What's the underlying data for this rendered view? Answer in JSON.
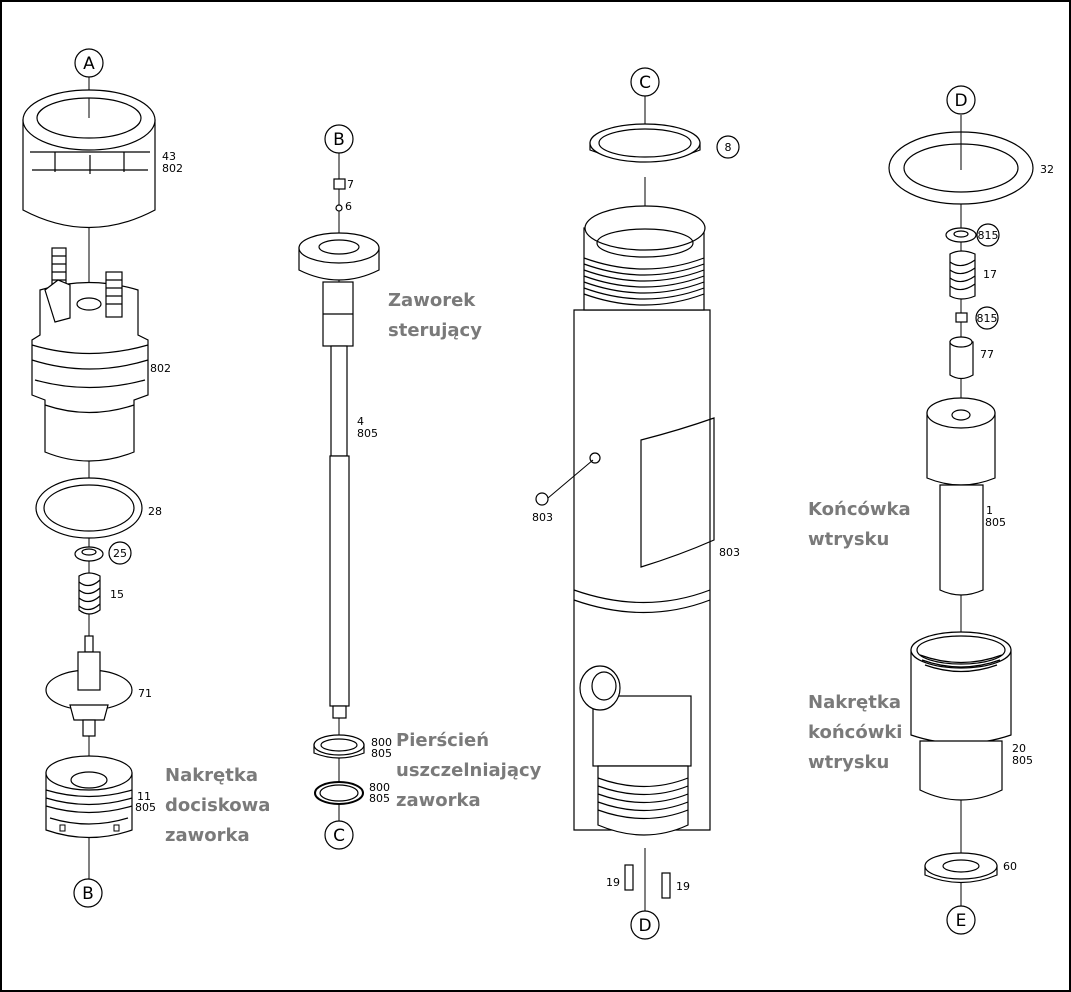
{
  "connectors": {
    "A": "A",
    "B": "B",
    "C": "C",
    "D": "D",
    "E": "E"
  },
  "parts": {
    "p43": "43",
    "p802a": "802",
    "p802b": "802",
    "p28": "28",
    "p25": "25",
    "p15": "15",
    "p71": "71",
    "p11": "11",
    "p805a": "805",
    "p7": "7",
    "p6": "6",
    "p4": "4",
    "p805b": "805",
    "p800a": "800",
    "p805c": "805",
    "p800b": "800",
    "p805d": "805",
    "p8": "8",
    "p803a": "803",
    "p803b": "803",
    "p19a": "19",
    "p19b": "19",
    "p32": "32",
    "p815a": "815",
    "p17": "17",
    "p815b": "815",
    "p77": "77",
    "p1": "1",
    "p805e": "805",
    "p20": "20",
    "p805f": "805",
    "p60": "60"
  },
  "captions": {
    "nakretka_dociskowa": [
      "Nakrętka",
      "dociskowa",
      "zaworka"
    ],
    "zaworek": [
      "Zaworek",
      "sterujący"
    ],
    "pierscien": [
      "Pierścień",
      "uszczelniający",
      "zaworka"
    ],
    "koncowka": [
      "Końcówka",
      "wtrysku"
    ],
    "nakretka_koncowki": [
      "Nakrętka",
      "końcówki",
      "wtrysku"
    ]
  },
  "colors": {
    "caption": "#7a7a7a",
    "line": "#000000",
    "background": "#ffffff"
  }
}
